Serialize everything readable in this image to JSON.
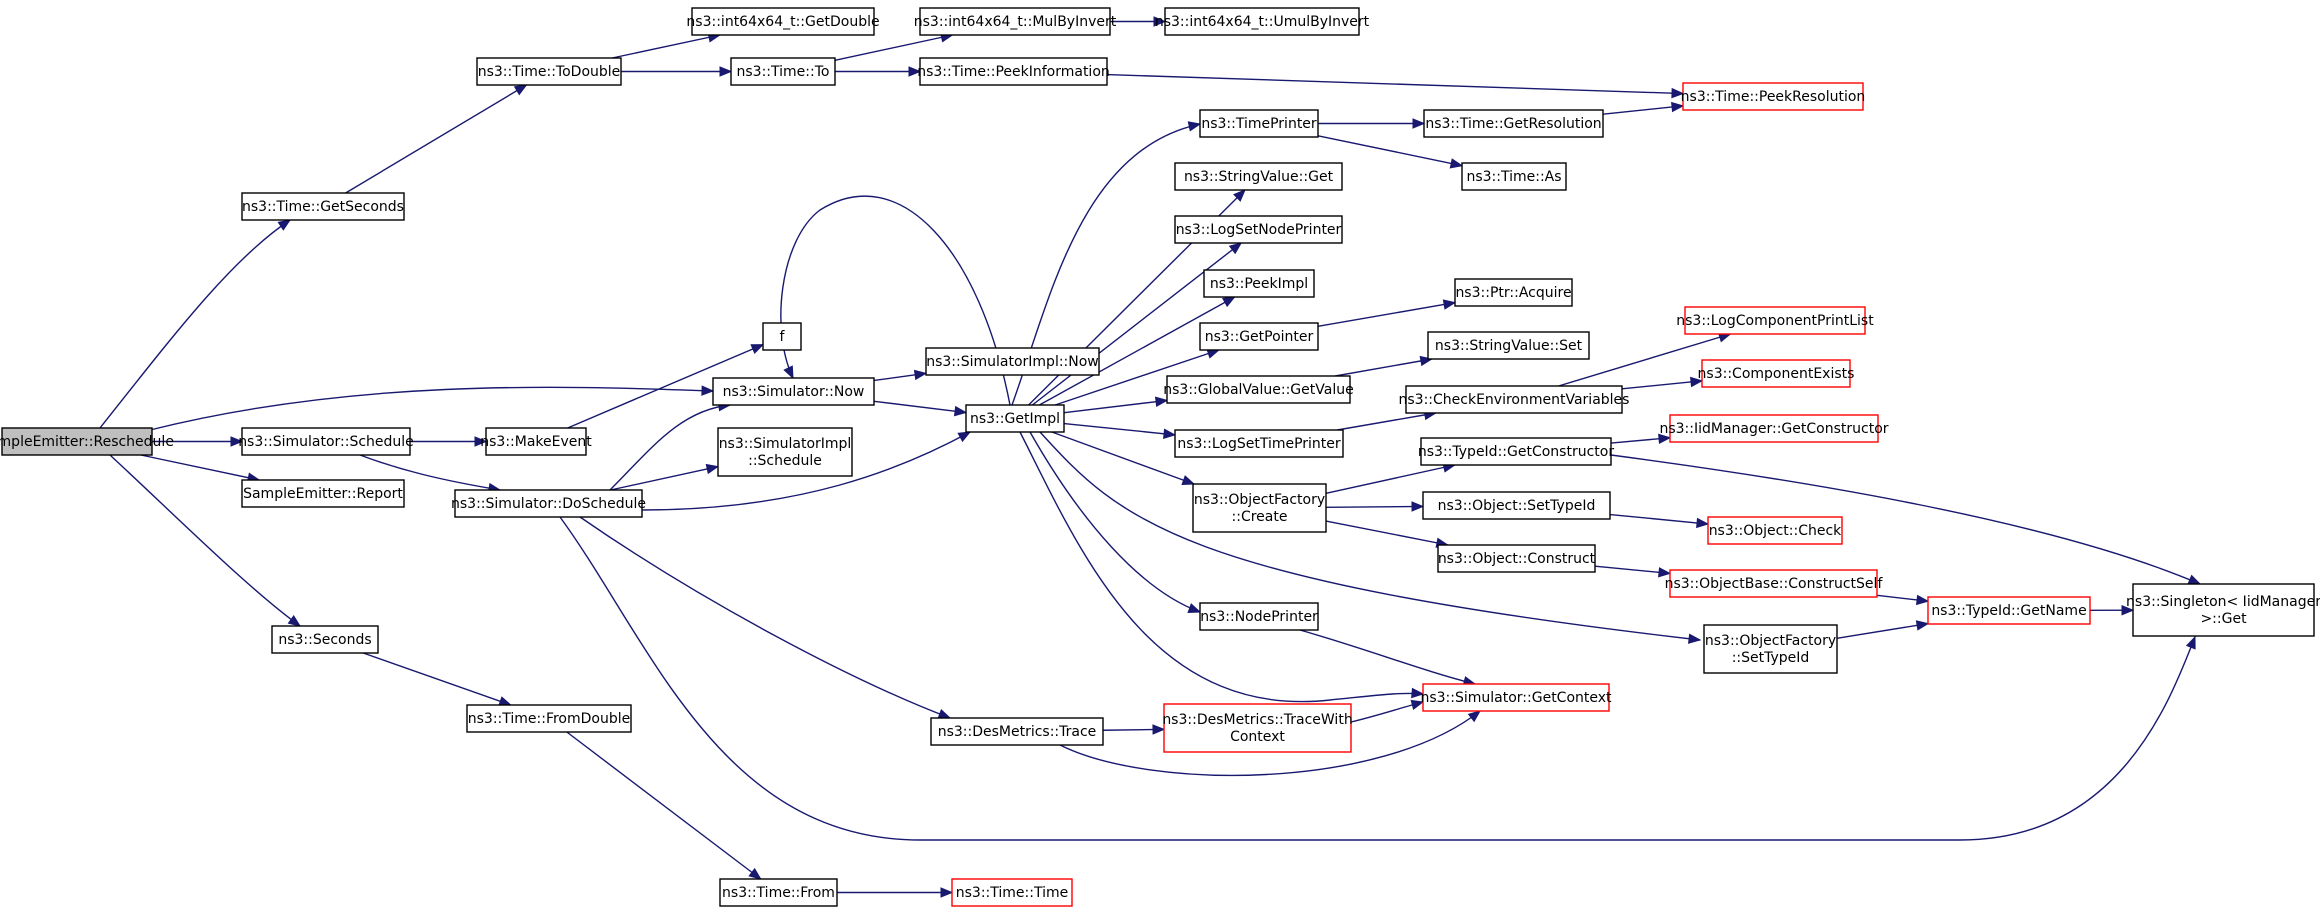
{
  "diagram": {
    "type": "call-graph",
    "colors": {
      "edge": "#191970",
      "node_border": "#000000",
      "node_border_truncated": "#ff0000",
      "root_fill": "#bfbfbf"
    },
    "nodes": [
      {
        "id": "reschedule",
        "label": "SampleEmitter::Reschedule",
        "style": "root"
      },
      {
        "id": "getseconds",
        "label": "ns3::Time::GetSeconds",
        "style": "normal"
      },
      {
        "id": "todouble",
        "label": "ns3::Time::ToDouble",
        "style": "normal"
      },
      {
        "id": "getdouble",
        "label": "ns3::int64x64_t::GetDouble",
        "style": "normal"
      },
      {
        "id": "to",
        "label": "ns3::Time::To",
        "style": "normal"
      },
      {
        "id": "mulbyinvert",
        "label": "ns3::int64x64_t::MulByInvert",
        "style": "normal"
      },
      {
        "id": "umulbyinvert",
        "label": "ns3::int64x64_t::UmulByInvert",
        "style": "normal"
      },
      {
        "id": "peekinformation",
        "label": "ns3::Time::PeekInformation",
        "style": "normal"
      },
      {
        "id": "peekresolution",
        "label": "ns3::Time::PeekResolution",
        "style": "truncated"
      },
      {
        "id": "sim_schedule",
        "label": "ns3::Simulator::Schedule",
        "style": "normal"
      },
      {
        "id": "report",
        "label": "SampleEmitter::Report",
        "style": "normal"
      },
      {
        "id": "seconds",
        "label": "ns3::Seconds",
        "style": "normal"
      },
      {
        "id": "fromdouble",
        "label": "ns3::Time::FromDouble",
        "style": "normal"
      },
      {
        "id": "time_from",
        "label": "ns3::Time::From",
        "style": "normal"
      },
      {
        "id": "time_time",
        "label": "ns3::Time::Time",
        "style": "truncated"
      },
      {
        "id": "sim_now",
        "label": "ns3::Simulator::Now",
        "style": "normal"
      },
      {
        "id": "makeevent",
        "label": "ns3::MakeEvent",
        "style": "normal"
      },
      {
        "id": "f",
        "label": "f",
        "style": "normal"
      },
      {
        "id": "doschedule",
        "label": "ns3::Simulator::DoSchedule",
        "style": "normal"
      },
      {
        "id": "simimpl_now",
        "label": "ns3::SimulatorImpl::Now",
        "style": "normal"
      },
      {
        "id": "simimpl_schedule",
        "label": [
          "ns3::SimulatorImpl",
          "::Schedule"
        ],
        "style": "normal"
      },
      {
        "id": "getimpl",
        "label": "ns3::GetImpl",
        "style": "normal"
      },
      {
        "id": "desmetrics_trace",
        "label": "ns3::DesMetrics::Trace",
        "style": "normal"
      },
      {
        "id": "tracewithcontext",
        "label": [
          "ns3::DesMetrics::TraceWith",
          "Context"
        ],
        "style": "truncated"
      },
      {
        "id": "getcontext",
        "label": "ns3::Simulator::GetContext",
        "style": "truncated"
      },
      {
        "id": "timeprinter",
        "label": "ns3::TimePrinter",
        "style": "normal"
      },
      {
        "id": "getresolution",
        "label": "ns3::Time::GetResolution",
        "style": "normal"
      },
      {
        "id": "time_as",
        "label": "ns3::Time::As",
        "style": "normal"
      },
      {
        "id": "stringvalue_get",
        "label": "ns3::StringValue::Get",
        "style": "normal"
      },
      {
        "id": "logsetnodeprinter",
        "label": "ns3::LogSetNodePrinter",
        "style": "normal"
      },
      {
        "id": "peekimpl",
        "label": "ns3::PeekImpl",
        "style": "normal"
      },
      {
        "id": "getpointer",
        "label": "ns3::GetPointer",
        "style": "normal"
      },
      {
        "id": "ptr_acquire",
        "label": "ns3::Ptr::Acquire",
        "style": "normal"
      },
      {
        "id": "globalvalue_getvalue",
        "label": "ns3::GlobalValue::GetValue",
        "style": "normal"
      },
      {
        "id": "stringvalue_set",
        "label": "ns3::StringValue::Set",
        "style": "normal"
      },
      {
        "id": "logsettimeprinter",
        "label": "ns3::LogSetTimePrinter",
        "style": "normal"
      },
      {
        "id": "checkenvvars",
        "label": "ns3::CheckEnvironmentVariables",
        "style": "normal"
      },
      {
        "id": "logcomponentprintlist",
        "label": "ns3::LogComponentPrintList",
        "style": "truncated"
      },
      {
        "id": "componentexists",
        "label": "ns3::ComponentExists",
        "style": "truncated"
      },
      {
        "id": "objectfactory_create",
        "label": [
          "ns3::ObjectFactory",
          "::Create"
        ],
        "style": "normal"
      },
      {
        "id": "typeid_getconstructor",
        "label": "ns3::TypeId::GetConstructor",
        "style": "normal"
      },
      {
        "id": "iidmanager_getconstructor",
        "label": "ns3::IidManager::GetConstructor",
        "style": "truncated"
      },
      {
        "id": "object_settypeid",
        "label": "ns3::Object::SetTypeId",
        "style": "normal"
      },
      {
        "id": "object_check",
        "label": "ns3::Object::Check",
        "style": "truncated"
      },
      {
        "id": "object_construct",
        "label": "ns3::Object::Construct",
        "style": "normal"
      },
      {
        "id": "constructself",
        "label": "ns3::ObjectBase::ConstructSelf",
        "style": "truncated"
      },
      {
        "id": "typeid_getname",
        "label": "ns3::TypeId::GetName",
        "style": "truncated"
      },
      {
        "id": "singleton_get",
        "label": [
          "ns3::Singleton< IidManager",
          ">::Get"
        ],
        "style": "normal"
      },
      {
        "id": "nodeprinter",
        "label": "ns3::NodePrinter",
        "style": "normal"
      },
      {
        "id": "objectfactory_settypeid",
        "label": [
          "ns3::ObjectFactory",
          "::SetTypeId"
        ],
        "style": "normal"
      }
    ],
    "edges": [
      [
        "reschedule",
        "getseconds"
      ],
      [
        "reschedule",
        "sim_now"
      ],
      [
        "reschedule",
        "sim_schedule"
      ],
      [
        "reschedule",
        "report"
      ],
      [
        "reschedule",
        "seconds"
      ],
      [
        "getseconds",
        "todouble"
      ],
      [
        "todouble",
        "getdouble"
      ],
      [
        "todouble",
        "to"
      ],
      [
        "to",
        "mulbyinvert"
      ],
      [
        "to",
        "peekinformation"
      ],
      [
        "mulbyinvert",
        "umulbyinvert"
      ],
      [
        "peekinformation",
        "peekresolution"
      ],
      [
        "sim_schedule",
        "makeevent"
      ],
      [
        "sim_schedule",
        "doschedule"
      ],
      [
        "makeevent",
        "f"
      ],
      [
        "doschedule",
        "sim_now"
      ],
      [
        "doschedule",
        "simimpl_schedule"
      ],
      [
        "doschedule",
        "getimpl"
      ],
      [
        "doschedule",
        "desmetrics_trace"
      ],
      [
        "doschedule",
        "singleton_get"
      ],
      [
        "sim_now",
        "simimpl_now"
      ],
      [
        "sim_now",
        "getimpl"
      ],
      [
        "seconds",
        "fromdouble"
      ],
      [
        "fromdouble",
        "time_from"
      ],
      [
        "time_from",
        "time_time"
      ],
      [
        "getimpl",
        "timeprinter"
      ],
      [
        "getimpl",
        "stringvalue_get"
      ],
      [
        "getimpl",
        "logsetnodeprinter"
      ],
      [
        "getimpl",
        "peekimpl"
      ],
      [
        "getimpl",
        "getpointer"
      ],
      [
        "getimpl",
        "globalvalue_getvalue"
      ],
      [
        "getimpl",
        "logsettimeprinter"
      ],
      [
        "getimpl",
        "objectfactory_create"
      ],
      [
        "getimpl",
        "nodeprinter"
      ],
      [
        "getimpl",
        "getcontext"
      ],
      [
        "getimpl",
        "objectfactory_settypeid"
      ],
      [
        "getimpl",
        "sim_now"
      ],
      [
        "timeprinter",
        "getresolution"
      ],
      [
        "timeprinter",
        "time_as"
      ],
      [
        "getresolution",
        "peekresolution"
      ],
      [
        "getpointer",
        "ptr_acquire"
      ],
      [
        "globalvalue_getvalue",
        "stringvalue_set"
      ],
      [
        "logsettimeprinter",
        "checkenvvars"
      ],
      [
        "checkenvvars",
        "logcomponentprintlist"
      ],
      [
        "checkenvvars",
        "componentexists"
      ],
      [
        "objectfactory_create",
        "typeid_getconstructor"
      ],
      [
        "objectfactory_create",
        "object_settypeid"
      ],
      [
        "objectfactory_create",
        "object_construct"
      ],
      [
        "typeid_getconstructor",
        "iidmanager_getconstructor"
      ],
      [
        "typeid_getconstructor",
        "singleton_get"
      ],
      [
        "object_settypeid",
        "object_check"
      ],
      [
        "object_construct",
        "constructself"
      ],
      [
        "constructself",
        "typeid_getname"
      ],
      [
        "typeid_getname",
        "singleton_get"
      ],
      [
        "objectfactory_settypeid",
        "typeid_getname"
      ],
      [
        "nodeprinter",
        "getcontext"
      ],
      [
        "desmetrics_trace",
        "tracewithcontext"
      ],
      [
        "desmetrics_trace",
        "getcontext"
      ],
      [
        "tracewithcontext",
        "getcontext"
      ]
    ]
  }
}
